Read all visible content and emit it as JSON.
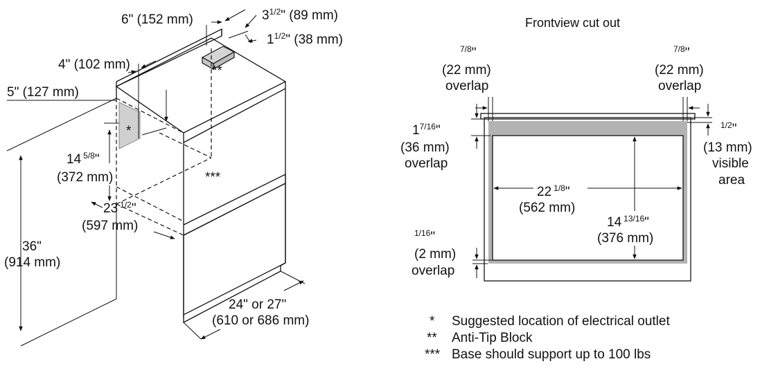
{
  "left": {
    "d_6": "6\" (152 mm)",
    "d_3_5": "3",
    "d_3_5_frac": "1/2",
    "d_3_5_mm": "\" (89 mm)",
    "d_1_5": "1",
    "d_1_5_frac": "1/2",
    "d_1_5_mm": "\" (38 mm)",
    "d_4": "4\" (102 mm)",
    "d_5": "5\" (127 mm)",
    "d_14": "14",
    "d_14_frac": "5/8",
    "d_14_q": "\"",
    "d_14_mm": "(372 mm)",
    "d_23": "23",
    "d_23_frac": "1/2",
    "d_23_q": "\"",
    "d_23_mm": "(597 mm)",
    "d_36": "36\"",
    "d_36_mm": "(914 mm)",
    "d_24": "24\" or 27\"",
    "d_24_mm": "(610 or 686 mm)",
    "star1": "*",
    "star2": "**",
    "star3": "***"
  },
  "right": {
    "title": "Frontview cut out",
    "tl_frac": "7/8",
    "tl_q": "\"",
    "tl_mm": "(22 mm)",
    "tl_ov": "overlap",
    "tr_frac": "7/8",
    "tr_q": "\"",
    "tr_mm": "(22 mm)",
    "tr_ov": "overlap",
    "l1_whole": "1",
    "l1_frac": "7/16",
    "l1_q": "\"",
    "l1_mm": "(36 mm)",
    "l1_ov": "overlap",
    "r_frac": "1/2",
    "r_q": "\"",
    "r_mm": "(13 mm)",
    "r_vis": "visible",
    "r_area": "area",
    "w_whole": "22",
    "w_frac": "1/8",
    "w_q": "\"",
    "w_mm": "(562 mm)",
    "h_whole": "14",
    "h_frac": "13/16",
    "h_q": "\"",
    "h_mm": "(376 mm)",
    "b_frac": "1/16",
    "b_q": "\"",
    "b_mm": "(2 mm)",
    "b_ov": "overlap"
  },
  "notes": [
    {
      "mark": "*",
      "text": "Suggested location of electrical outlet"
    },
    {
      "mark": "**",
      "text": "Anti-Tip Block"
    },
    {
      "mark": "***",
      "text": "Base should support up to 100 lbs"
    }
  ]
}
